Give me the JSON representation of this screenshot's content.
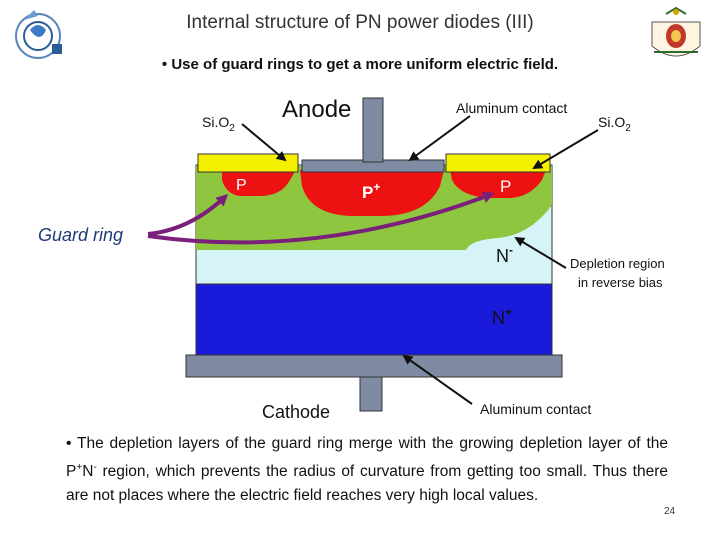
{
  "header": {
    "title": "Internal structure of PN power diodes (III)",
    "bullet": "• Use of guard rings to get a more uniform electric field."
  },
  "labels": {
    "sio2_left": "Si.O",
    "sio2_right": "Si.O",
    "sio2_subscript": "2",
    "anode": "Anode",
    "aluminum_contact_top": "Aluminum contact",
    "p_left": "P",
    "p_plus": "P",
    "p_plus_superscript": "+",
    "p_right": "P",
    "guard_ring": "Guard ring",
    "n_minus": "N",
    "n_minus_superscript": "-",
    "depletion_line1": "Depletion region",
    "depletion_line2": "in reverse bias",
    "n_plus": "N",
    "n_plus_superscript": "+",
    "cathode": "Cathode",
    "aluminum_contact_bottom": "Aluminum contact"
  },
  "footer": {
    "text_part1": "• The depletion layers of the guard ring merge with the growing depletion layer of the P",
    "sup1": "+",
    "text_part2": "N",
    "sup2": "-",
    "text_part3": " region, which prevents the radius of curvature from getting too small.  Thus there are not places where the electric field reaches very high local values."
  },
  "page_number": "24",
  "colors": {
    "n_plus": "#1a1adb",
    "n_minus": "#d6f4f7",
    "depletion": "#8ec63f",
    "p_region": "#ee1111",
    "oxide": "#f5f000",
    "metal": "#7f8aa3",
    "arrow": "#7a1f7a",
    "guard_ring_text": "#1f3a78"
  }
}
